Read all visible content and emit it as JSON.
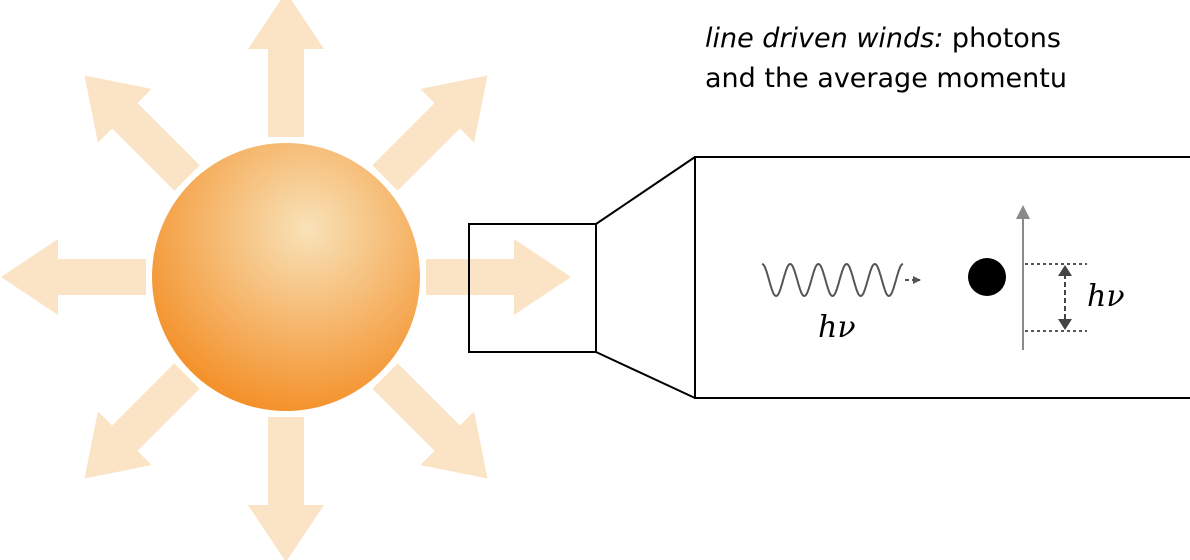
{
  "caption": {
    "term": "line driven winds:",
    "line1_rest": " photons",
    "line2": "and the average momentu"
  },
  "labels": {
    "photon_energy": "hν",
    "transition_energy": "hν"
  },
  "colors": {
    "star_center": "#f8e2b8",
    "star_edge": "#f38a1e",
    "arrows": "#fbe4c6",
    "outline": "#000000",
    "atom": "#000000",
    "photon_wave": "#555555",
    "energy_axis": "#8a8a8a",
    "level_lines": "#555555",
    "transition_arrow": "#444444"
  },
  "icons": {
    "outflow_arrow": "arrow-icon",
    "photon": "wave-icon",
    "atom": "dot-icon"
  }
}
